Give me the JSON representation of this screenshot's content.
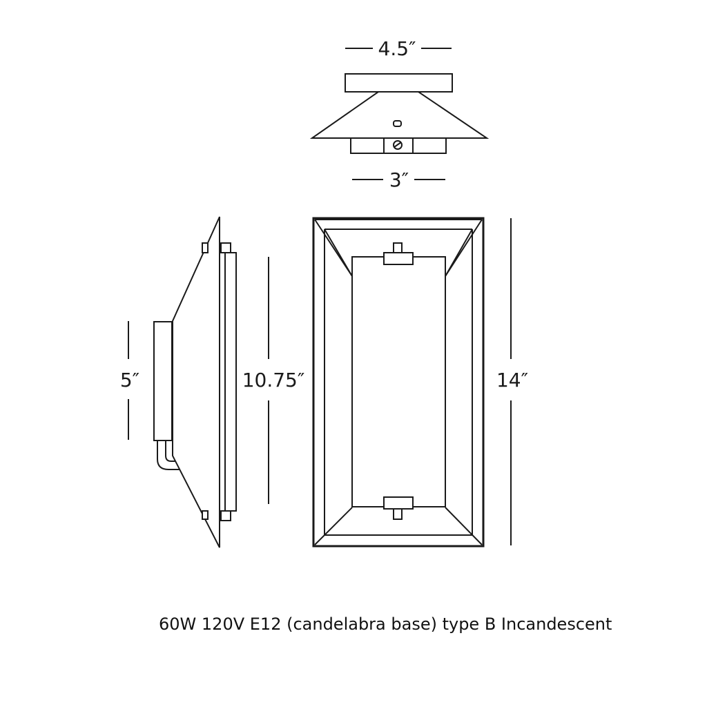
{
  "dimensions": {
    "top_width": "4.5″",
    "bottom_width": "3″",
    "side_backplate_height": "5″",
    "side_height": "10.75″",
    "front_height": "14″"
  },
  "spec_line": "60W 120V E12 (candelabra base) type B Incandescent"
}
